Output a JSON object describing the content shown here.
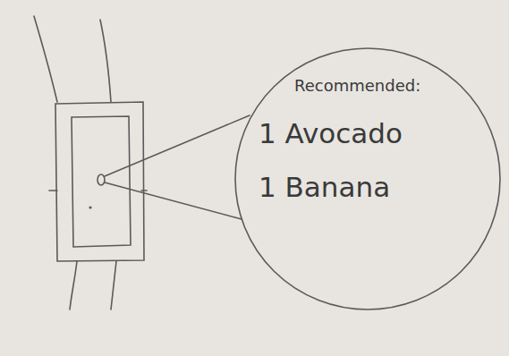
{
  "diagram": {
    "nodes": [
      {
        "text": [
          "Recommended:",
          "1 Avocado",
          "1 Banana"
        ]
      }
    ]
  }
}
